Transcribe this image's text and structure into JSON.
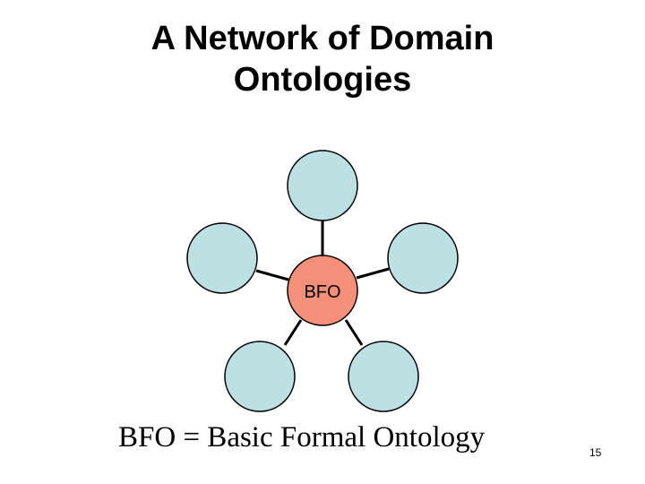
{
  "title": {
    "line1": "A Network of Domain",
    "line2": "Ontologies"
  },
  "diagram": {
    "hub_label": "BFO",
    "hub_color": "#f4907a",
    "node_color": "#bde0e3",
    "node_count": 5
  },
  "caption": "BFO = Basic Formal Ontology",
  "page_number": "15"
}
